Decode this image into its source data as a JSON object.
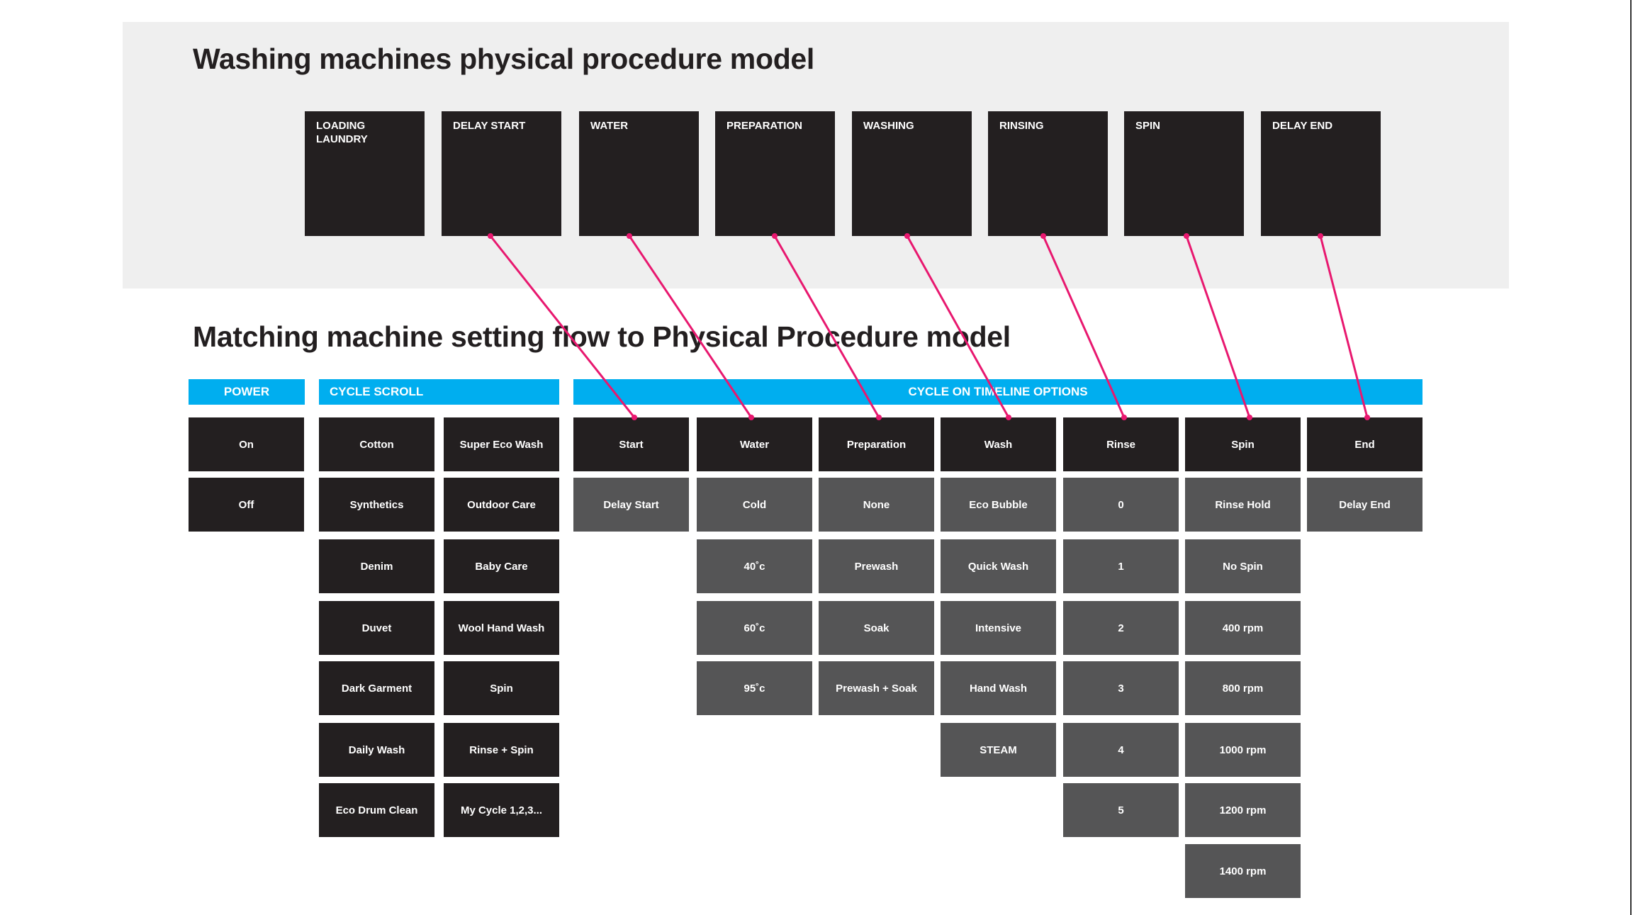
{
  "colors": {
    "dark": "#231f20",
    "gray": "#555556",
    "accent": "#00aeef",
    "link": "#e8186f"
  },
  "physical": {
    "title": "Washing machines physical procedure model",
    "steps": [
      "LOADING LAUNDRY",
      "DELAY START",
      "WATER",
      "PREPARATION",
      "WASHING",
      "RINSING",
      "SPIN",
      "DELAY END"
    ]
  },
  "settings": {
    "title": "Matching machine setting flow to Physical Procedure model",
    "headers": {
      "power": "POWER",
      "cycle_scroll": "CYCLE SCROLL",
      "timeline": "CYCLE ON TIMELINE OPTIONS"
    },
    "power": [
      "On",
      "Off"
    ],
    "cycles_col1": [
      "Cotton",
      "Synthetics",
      "Denim",
      "Duvet",
      "Dark Garment",
      "Daily Wash",
      "Eco Drum Clean"
    ],
    "cycles_col2": [
      "Super Eco Wash",
      "Outdoor Care",
      "Baby Care",
      "Wool Hand Wash",
      "Spin",
      "Rinse + Spin",
      "My Cycle 1,2,3..."
    ],
    "timeline": [
      {
        "label": "Start",
        "options": [
          "Delay Start"
        ]
      },
      {
        "label": "Water",
        "options": [
          "Cold",
          "40˚c",
          "60˚c",
          "95˚c"
        ]
      },
      {
        "label": "Preparation",
        "options": [
          "None",
          "Prewash",
          "Soak",
          "Prewash + Soak"
        ]
      },
      {
        "label": "Wash",
        "options": [
          "Eco Bubble",
          "Quick Wash",
          "Intensive",
          "Hand Wash",
          "STEAM"
        ]
      },
      {
        "label": "Rinse",
        "options": [
          "0",
          "1",
          "2",
          "3",
          "4",
          "5"
        ]
      },
      {
        "label": "Spin",
        "options": [
          "Rinse Hold",
          "No Spin",
          "400 rpm",
          "800 rpm",
          "1000 rpm",
          "1200 rpm",
          "1400 rpm"
        ]
      },
      {
        "label": "End",
        "options": [
          "Delay End"
        ]
      }
    ]
  },
  "links": [
    {
      "from": "DELAY START",
      "to": "Start"
    },
    {
      "from": "WATER",
      "to": "Water"
    },
    {
      "from": "PREPARATION",
      "to": "Preparation"
    },
    {
      "from": "WASHING",
      "to": "Wash"
    },
    {
      "from": "RINSING",
      "to": "Rinse"
    },
    {
      "from": "SPIN",
      "to": "Spin"
    },
    {
      "from": "DELAY END",
      "to": "End"
    }
  ]
}
